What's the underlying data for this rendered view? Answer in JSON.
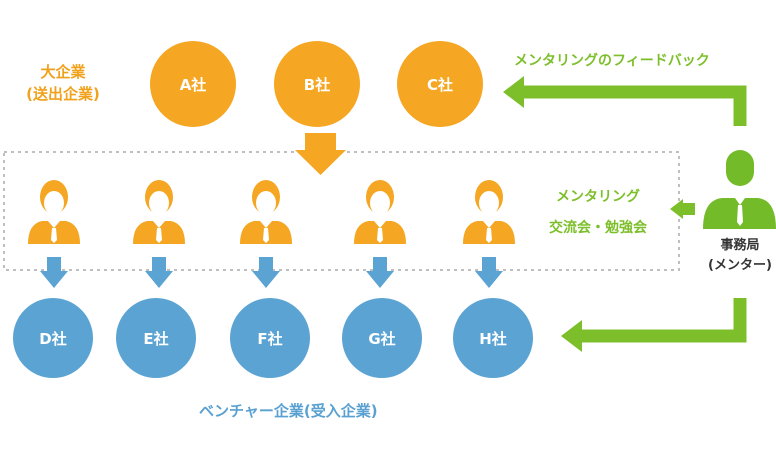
{
  "large_companies": {
    "heading": [
      "大企業",
      "(送出企業)"
    ],
    "items": [
      "A社",
      "B社",
      "C社"
    ]
  },
  "ventures": {
    "heading": "ベンチャー企業(受入企業)",
    "items": [
      "D社",
      "E社",
      "F社",
      "G社",
      "H社"
    ]
  },
  "flows": {
    "feedback": "メンタリングのフィードバック",
    "mentoring_line1": "メンタリング",
    "mentoring_line2": "交流会・勉強会"
  },
  "secretariat": {
    "line1": "事務局",
    "line2": "(メンター)"
  },
  "colors": {
    "orange": "#f5a623",
    "orange_text": "#f1a21d",
    "blue": "#5aa3d3",
    "green": "#7dbf2a",
    "mentor_green": "#74bb2a",
    "dashed_border": "#bfbfbf"
  }
}
